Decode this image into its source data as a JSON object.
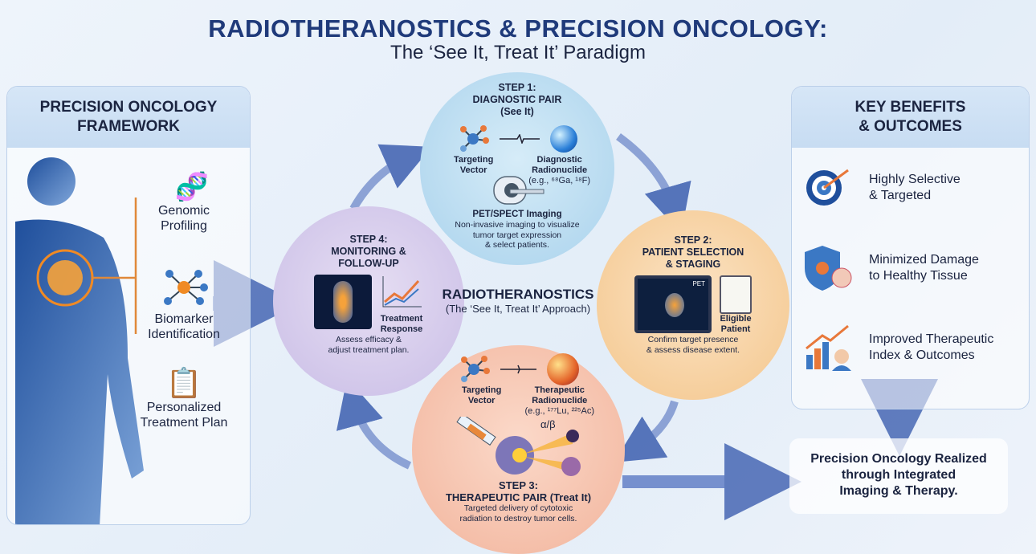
{
  "header": {
    "title": "RADIOTHERANOSTICS & PRECISION ONCOLOGY:",
    "subtitle": "The ‘See It, Treat It’ Paradigm"
  },
  "left_panel": {
    "title_line1": "PRECISION ONCOLOGY",
    "title_line2": "FRAMEWORK",
    "items": [
      {
        "icon": "dna-icon",
        "line1": "Genomic",
        "line2": "Profiling"
      },
      {
        "icon": "network-icon",
        "line1": "Biomarker",
        "line2": "Identification"
      },
      {
        "icon": "clipboard-icon",
        "line1": "Personalized",
        "line2": "Treatment Plan"
      }
    ]
  },
  "center": {
    "title": "RADIOTHERANOSTICS",
    "subtitle": "(The ‘See It, Treat It’ Approach)"
  },
  "step1": {
    "l1": "STEP 1:",
    "l2": "DIAGNOSTIC PAIR",
    "l3": "(See It)",
    "vector1": "Targeting",
    "vector2": "Vector",
    "nuc1": "Diagnostic",
    "nuc2": "Radionuclide",
    "nuc3": "(e.g., ⁶⁸Ga, ¹⁸F)",
    "imaging": "PET/SPECT Imaging",
    "d1": "Non-invasive imaging to visualize",
    "d2": "tumor target expression",
    "d3": "& select patients."
  },
  "step2": {
    "l1": "STEP 2:",
    "l2": "PATIENT SELECTION",
    "l3": "& STAGING",
    "screen": "PET",
    "elig1": "Eligible",
    "elig2": "Patient",
    "d1": "Confirm target presence",
    "d2": "& assess disease extent."
  },
  "step3": {
    "vector1": "Targeting",
    "vector2": "Vector",
    "nuc1": "Therapeutic",
    "nuc2": "Radionuclide",
    "nuc3": "(e.g., ¹⁷⁷Lu, ²²⁵Ac)",
    "emission": "α/β",
    "l1": "STEP 3:",
    "l2": "THERAPEUTIC PAIR (Treat It)",
    "d1": "Targeted delivery of cytotoxic",
    "d2": "radiation to destroy tumor cells."
  },
  "step4": {
    "l1": "STEP 4:",
    "l2": "MONITORING &",
    "l3": "FOLLOW-UP",
    "resp1": "Treatment",
    "resp2": "Response",
    "d1": "Assess efficacy &",
    "d2": "adjust treatment plan."
  },
  "right_panel": {
    "title_line1": "KEY BENEFITS",
    "title_line2": "& OUTCOMES",
    "items": [
      {
        "icon": "target-icon",
        "line1": "Highly Selective",
        "line2": "& Targeted"
      },
      {
        "icon": "shield-icon",
        "line1": "Minimized Damage",
        "line2": "to Healthy Tissue"
      },
      {
        "icon": "growth-chart-icon",
        "line1": "Improved Therapeutic",
        "line2": "Index & Outcomes"
      }
    ]
  },
  "outcome": {
    "l1": "Precision Oncology Realized",
    "l2": "through Integrated",
    "l3": "Imaging & Therapy."
  },
  "colors": {
    "navy": "#1f3a7a",
    "arrow": "#3d5fb0"
  }
}
